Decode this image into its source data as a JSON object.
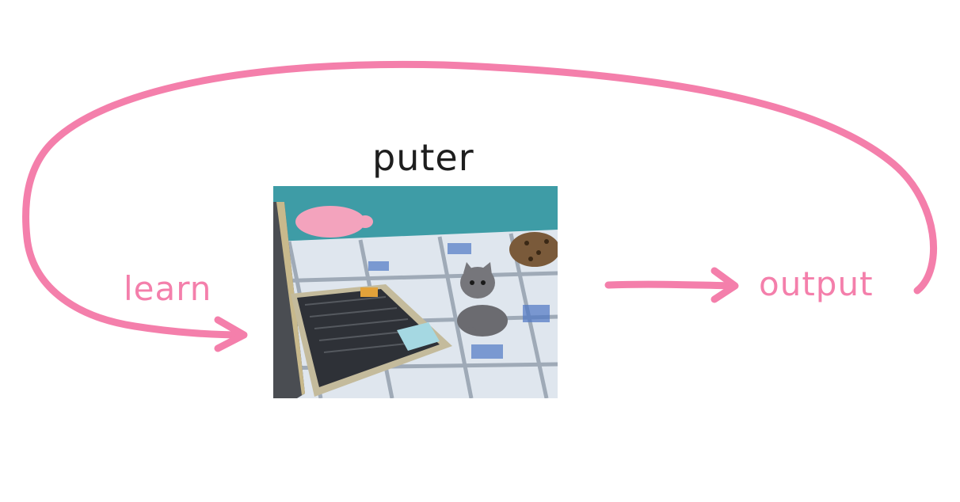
{
  "diagram": {
    "center_label": "puter",
    "left_label": "learn",
    "right_label": "output",
    "photo_icon": "kitten-with-laptop-photo",
    "colors": {
      "accent": "#f47fab",
      "text_dark": "#1e1e1e",
      "background": "#ffffff"
    }
  }
}
